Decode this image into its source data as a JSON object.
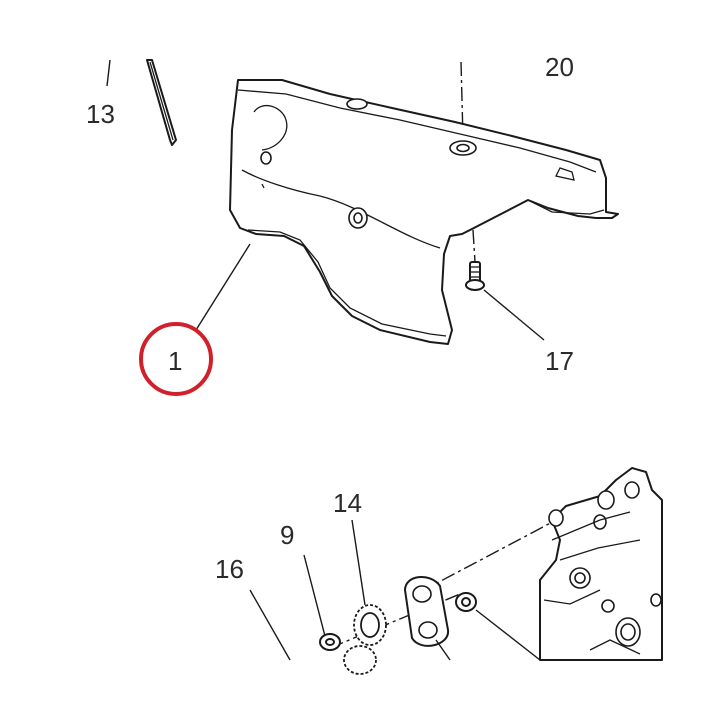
{
  "callouts": {
    "c13": "13",
    "c20": "20",
    "c1": "1",
    "c17": "17",
    "c14": "14",
    "c9": "9",
    "c16": "16"
  },
  "colors": {
    "highlight": "#d0202b",
    "ink": "#1a1a1a"
  }
}
